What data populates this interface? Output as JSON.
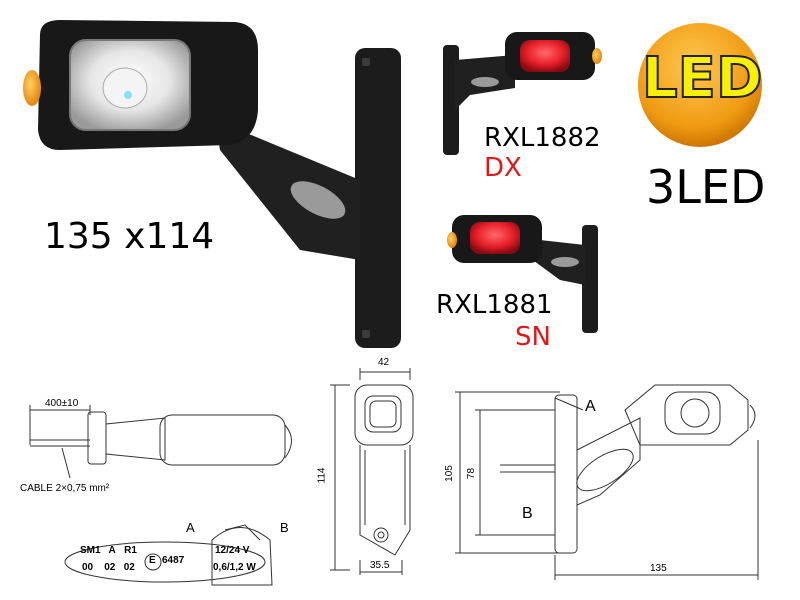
{
  "dimensions_label": "135 x114",
  "variants": [
    {
      "code": "RXL1882",
      "side": "DX"
    },
    {
      "code": "RXL1881",
      "side": "SN"
    }
  ],
  "badge": {
    "top": "LED",
    "bottom": "3LED"
  },
  "drawing_side": {
    "cable_length": "400±10",
    "cable_spec": "CABLE 2×0,75 mm²"
  },
  "drawing_front": {
    "width": "42",
    "height": "114",
    "base_width": "35.5"
  },
  "drawing_profile": {
    "height_outer": "105",
    "height_inner": "78",
    "length": "135",
    "label_a": "A",
    "label_b": "B"
  },
  "marking_a": {
    "label": "A",
    "row1": [
      "SM1",
      "A",
      "R1"
    ],
    "row2": [
      "00",
      "02",
      "02"
    ],
    "approval_mark": "E",
    "approval_number": "6487"
  },
  "marking_b": {
    "label": "B",
    "line1": "12/24 V",
    "line2": "0,6/1,2 W"
  },
  "colors": {
    "red": "#e01818",
    "badge_orange": "#f09a12",
    "badge_text": "#f8f000",
    "amber": "#f59a00",
    "lamp_red": "#e8202a"
  }
}
